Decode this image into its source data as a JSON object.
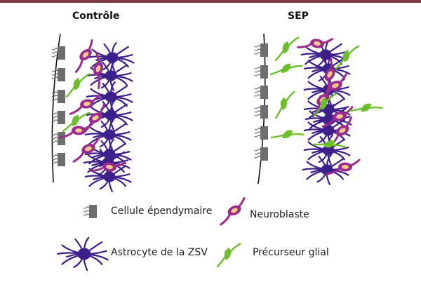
{
  "panels": {
    "control_title": "Contrôle",
    "ms_title": "SEP"
  },
  "legend": {
    "ependymal": "Cellule épendymaire",
    "neuroblast": "Neuroblaste",
    "astrocyte": "Astrocyte de la ZSV",
    "glial_precursor": "Précurseur glial"
  },
  "colors": {
    "header_bar": "#7a3a4a",
    "ependymal": "#6d6d6d",
    "astrocyte": "#3d1f8c",
    "neuroblast_body": "#9b2c8e",
    "neuroblast_core": "#f0c98a",
    "glial_precursor": "#6cbf2a"
  },
  "layout_counts": {
    "control_ependymal_cells": 6,
    "control_astrocytes": 8,
    "control_neuroblasts": 7,
    "control_glial_precursors": 2,
    "ms_ependymal_cells": 6,
    "ms_astrocytes": 8,
    "ms_neuroblasts": 7,
    "ms_glial_precursors": 8
  }
}
